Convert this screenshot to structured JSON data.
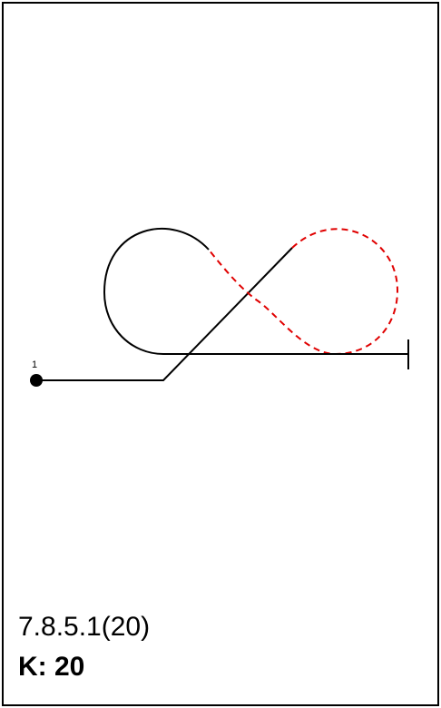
{
  "figure": {
    "start_label": "1",
    "code": "7.8.5.1(20)",
    "k_factor": "K: 20"
  },
  "style": {
    "line_color": "#000000",
    "inverted_color": "#e00000",
    "background": "#ffffff"
  }
}
